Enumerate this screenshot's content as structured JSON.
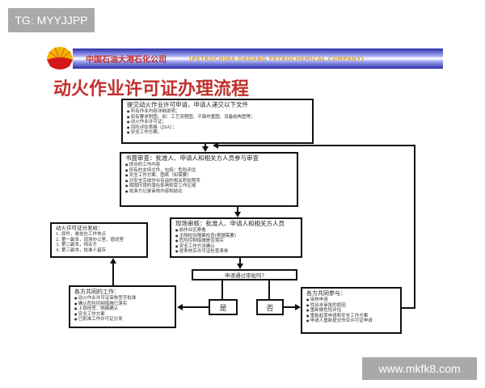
{
  "watermark_top": "TG: MYYJJPP",
  "watermark_bottom": "www.mkfk8.com",
  "banner": {
    "company_cn": "中国石油大港石化公司",
    "company_en": "(PETROCHINA  DAGANG  PETROCHEMICAL COMPANY)",
    "logo": "petrochina-logo"
  },
  "title": "动火作业许可证办理流程",
  "colors": {
    "title": "#c0302c",
    "banner_blue": "#3a3fc8",
    "banner_text_en": "#d4a640",
    "banner_text_cn": "#c0302c"
  },
  "boxes": {
    "submit": {
      "heading": "提交动火作业许可申请，申请人递交以下文件",
      "items": [
        "所有作业内容详细说明；",
        "如有要求附图、如：工艺流程图、平面布置图、设备结构图等；",
        "动火作业许可证；",
        "风险评估表格（JSA）；",
        "安全工作方案。"
      ]
    },
    "document_review": {
      "heading": "书面审查：批准人、申请人和相关方人员参与审查",
      "items": [
        "提出的工作内容",
        "所有的支持文件，包括：危险评估",
        "安全工作方案、图纸（如需要）",
        "对安全完成作业有益的相关附加程序",
        "周围环境的潜在影响和受工作区域",
        "批准方记录审核内容和结论"
      ]
    },
    "site_review": {
      "heading": "现场审核：批准人、申请人和相关方人员",
      "items": [
        "前作业区察看",
        "主隔检验隔离检查(根据需要)",
        "危险控制措施是否落实",
        "安全工作方法确认",
        "逐条核实许可证检查清单"
      ]
    },
    "decision": "申请通过审批吗?",
    "yes": "是",
    "no": "否",
    "distribution": {
      "heading": "动火许可证分发给：",
      "items": [
        "1. 原件，悬挂在工作地点",
        "2. 第一副本，现场办公室、值班室",
        "3. 第二副本，相关方",
        "4. 第三副本，批准人留存"
      ]
    },
    "common_work": {
      "heading": "各方共同的工作：",
      "items": [
        "动火作业许可证审核签字批准",
        "确认危险控制措施已落实",
        "上锁挂签、隔离确认",
        "安全工作方案",
        "已批准工作许可证分发"
      ]
    },
    "common_participation": {
      "heading": "各方共同参与：",
      "items": [
        "审核申请",
        "找出未审批的原因",
        "重新做危险评估",
        "重新起草申请和安全工作方案",
        "申请人重新提交作业许可证申请"
      ]
    }
  }
}
